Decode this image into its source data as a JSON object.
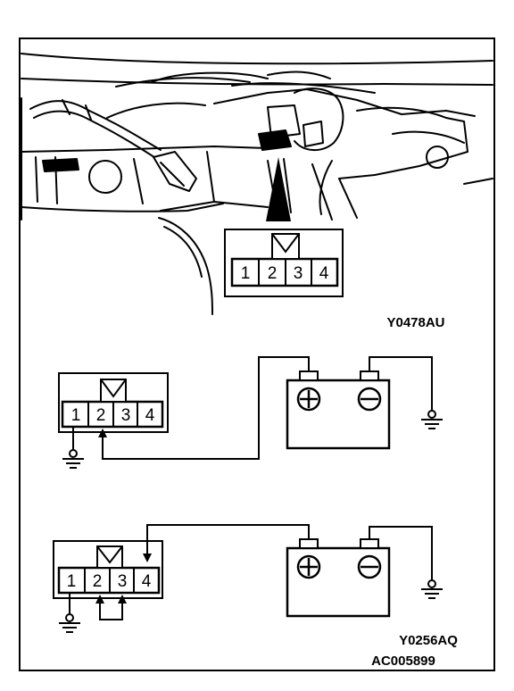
{
  "figure": {
    "top_figure_code": "Y0478AU",
    "bottom_figure_code": "Y0256AQ",
    "document_code": "AC005899"
  },
  "connector": {
    "pins": [
      "1",
      "2",
      "3",
      "4"
    ]
  },
  "icons": {
    "positive_terminal": "plus-in-circle",
    "negative_terminal": "minus-in-circle",
    "ground": "ground-symbol"
  }
}
